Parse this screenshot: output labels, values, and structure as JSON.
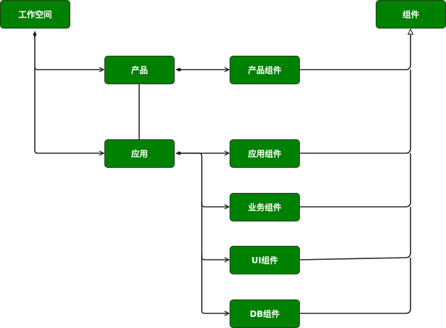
{
  "nodes": {
    "workspace": "工作空间",
    "component": "组件",
    "product": "产品",
    "product_component": "产品组件",
    "application": "应用",
    "app_component": "应用组件",
    "business_component": "业务组件",
    "ui_component": "UI组件",
    "db_component": "DB组件"
  },
  "colors": {
    "node_fill": "#008000",
    "node_border": "#1f3d1f",
    "node_text": "#ffffff",
    "edge": "#222222"
  }
}
